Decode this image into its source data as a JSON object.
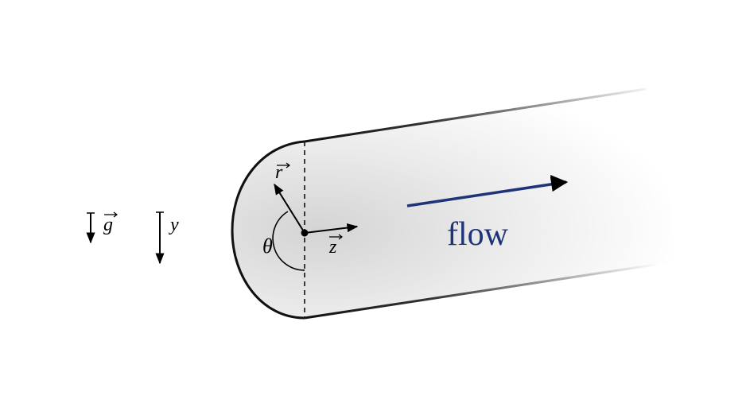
{
  "labels": {
    "gravity": "g",
    "y_axis": "y",
    "radial": "r",
    "axial": "z",
    "angle": "θ",
    "flow": "flow"
  },
  "colors": {
    "outline": "#111111",
    "flow": "#1f3478",
    "fill": "#d9d9d9"
  }
}
